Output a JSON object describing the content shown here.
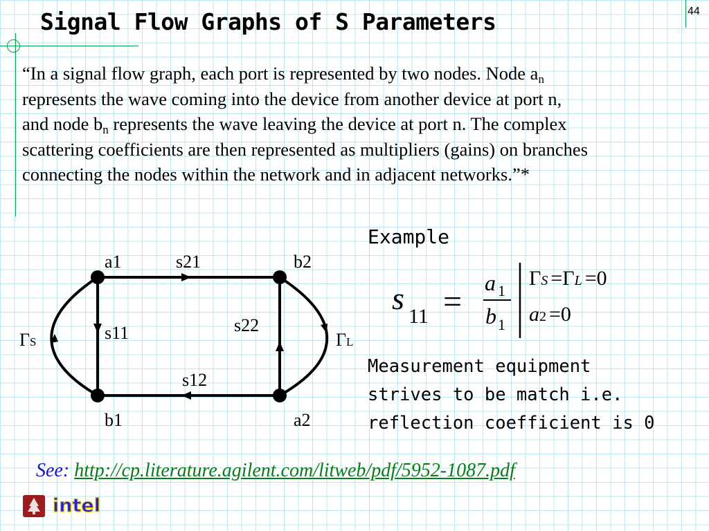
{
  "slide": {
    "title": "Signal Flow Graphs of S Parameters",
    "number": "44"
  },
  "quote": {
    "part1": "“In a signal flow graph, each port is represented by two nodes. Node a",
    "sub1": "n",
    "part2": " represents the wave coming into the device from another device at port n, and node b",
    "sub2": "n",
    "part3": " represents the wave leaving the device at port n. The complex scattering coefficients are then represented as multipliers (gains) on branches connecting the nodes within the network and in adjacent networks.”*"
  },
  "diagram": {
    "nodes": {
      "a1": "a1",
      "b2": "b2",
      "b1": "b1",
      "a2": "a2"
    },
    "branches": {
      "s21": "s21",
      "s11": "s11",
      "s22": "s22",
      "s12": "s12"
    },
    "gamma_s": {
      "symbol": "Γ",
      "sub": "S"
    },
    "gamma_l": {
      "symbol": "Γ",
      "sub": "L"
    }
  },
  "example": {
    "label": "Example",
    "equation": {
      "lhs": "s",
      "lhs_sub": "11",
      "equals": "=",
      "numerator": "a",
      "numerator_sub": "1",
      "denominator": "b",
      "denominator_sub": "1",
      "cond1": {
        "gamma": "Γ",
        "sub1": "S",
        "eq1": "=",
        "gamma2": "Γ",
        "sub2": "L",
        "eq2": "=",
        "value": "0"
      },
      "cond2": {
        "var": "a",
        "sub": "2",
        "eq": "=",
        "value": "0"
      }
    },
    "note_lines": [
      "Measurement equipment",
      "strives to be match i.e.",
      "reflection coefficient is 0"
    ]
  },
  "reference": {
    "label": "See:",
    "url": "http://cp.literature.agilent.com/litweb/pdf/5952-1087.pdf"
  },
  "logo": {
    "text": "intel"
  },
  "colors": {
    "grid": "#b9e6ef",
    "rule": "#00a04a",
    "see_label": "#1a12c9",
    "link": "#0a7a1a",
    "intel_text": "#1e1ee0",
    "intel_outline": "#e8c400",
    "stanford": "#9a1c1f"
  }
}
